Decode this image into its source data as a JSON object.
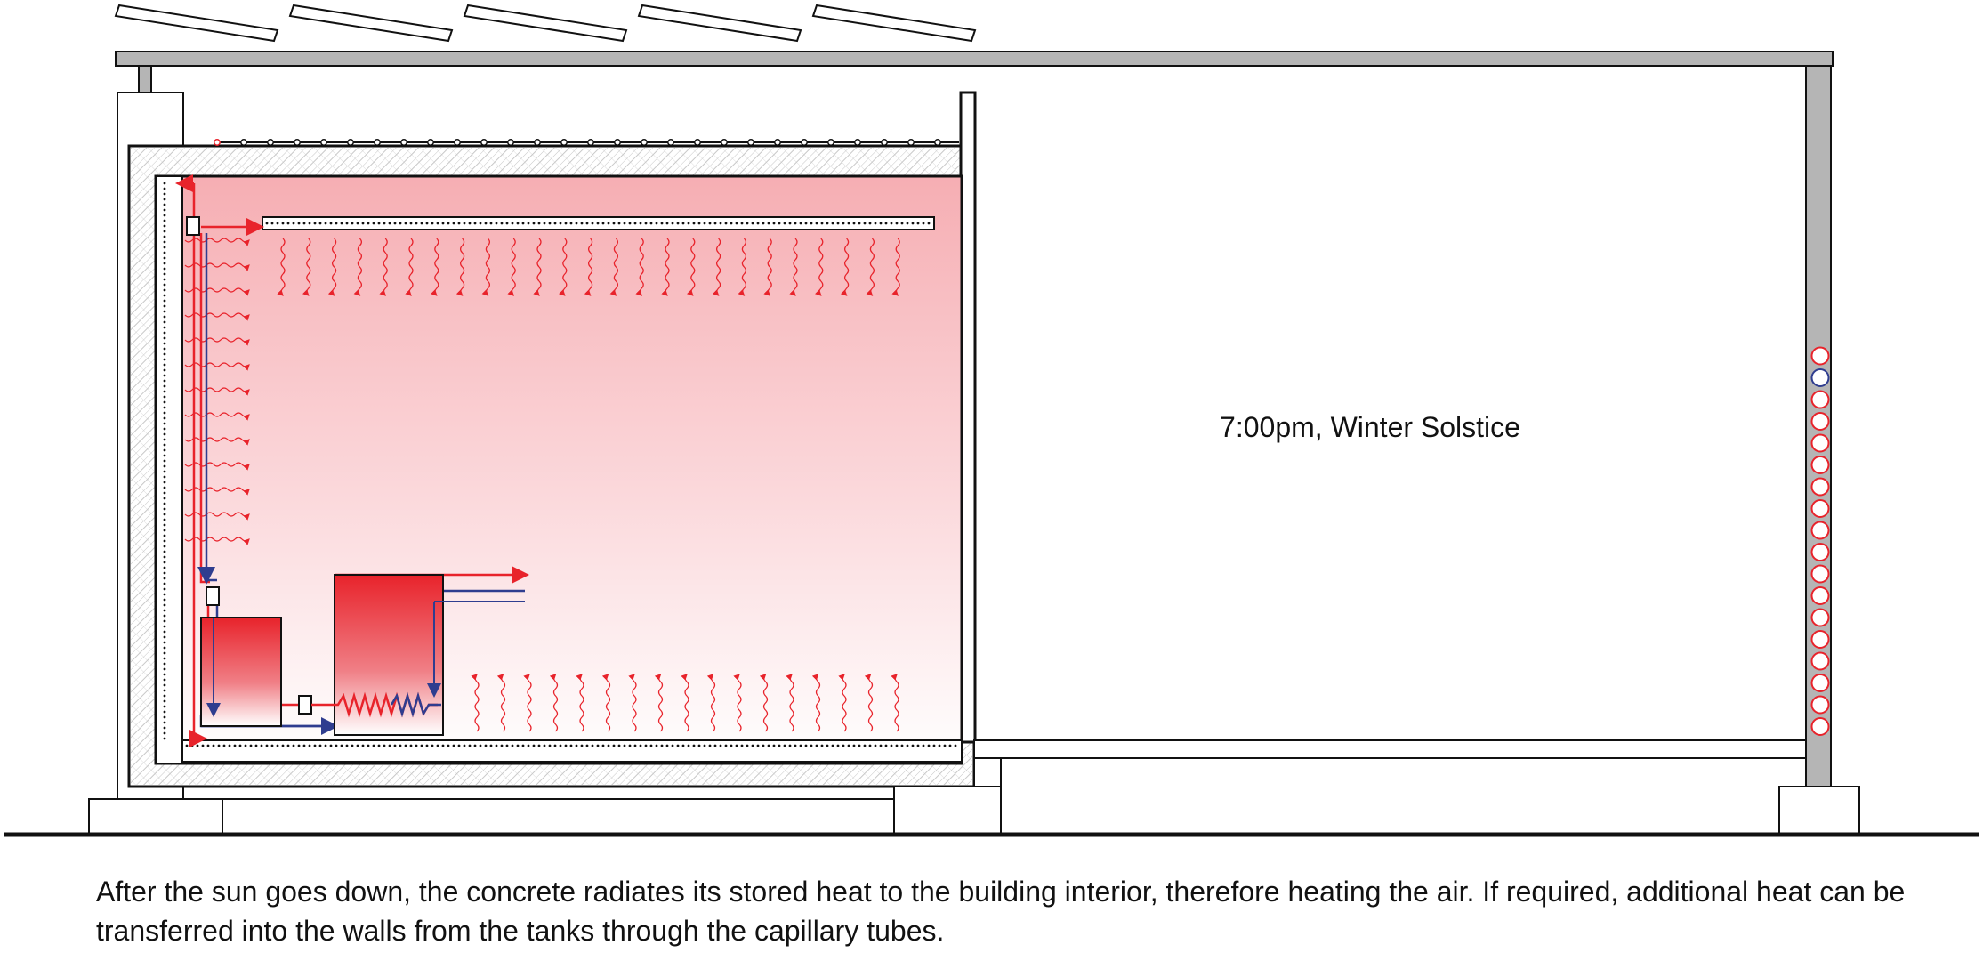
{
  "diagram": {
    "time_label": "7:00pm, Winter Solstice",
    "caption": "After the sun goes down, the concrete radiates its stored heat to the building interior, therefore heating the air. If required, additional heat can be transferred into the walls from the tanks through the capillary tubes.",
    "colors": {
      "hot": "#e8232b",
      "cold": "#2f3d8f",
      "warm_fill": "#f7b8bc",
      "concrete": "#ffffff",
      "steel": "#b5b5b5",
      "line": "#111111"
    },
    "icons": {
      "heat_radiation": "wavy-arrow",
      "tank_hot": "red-gradient-tank",
      "pipe_circles": "circle-stack"
    }
  }
}
